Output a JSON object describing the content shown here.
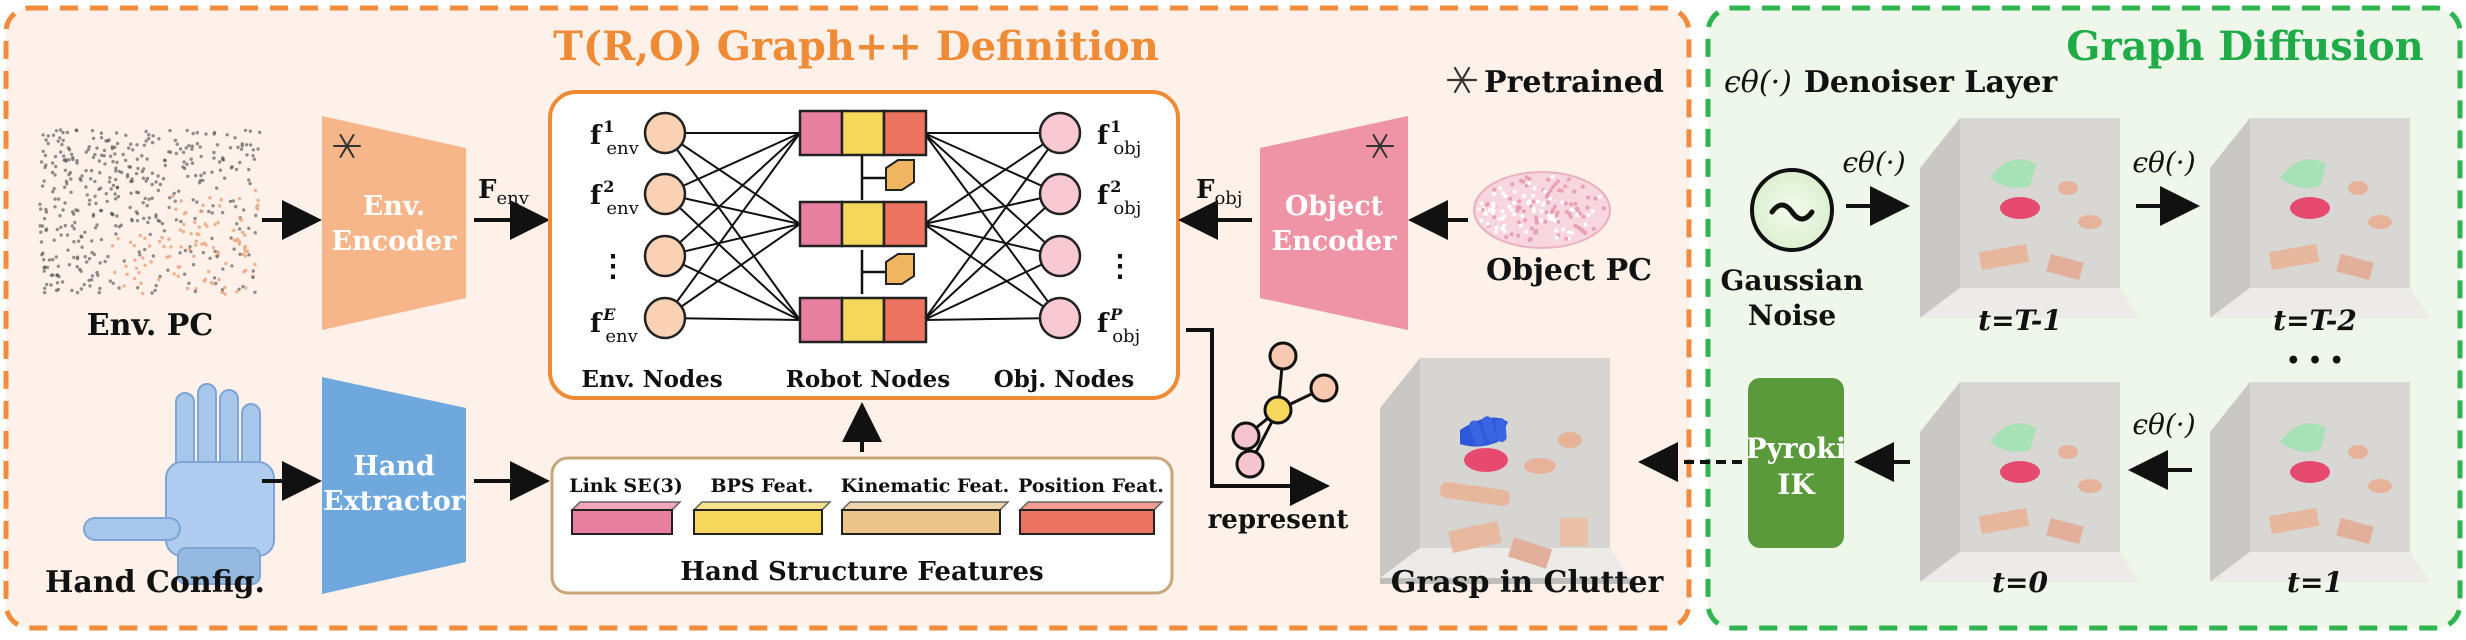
{
  "left_panel": {
    "title": "T(R,O) Graph++ Definition",
    "pretrained_label": "Pretrained",
    "env_pc_label": "Env. PC",
    "env_encoder": [
      "Env.",
      "Encoder"
    ],
    "f_env_arrow": "F",
    "f_env_sub": "env",
    "object_pc_label": "Object PC",
    "object_encoder": [
      "Object",
      "Encoder"
    ],
    "f_obj_arrow": "F",
    "f_obj_sub": "obj",
    "hand_config_label": "Hand Config.",
    "hand_extractor": [
      "Hand",
      "Extractor"
    ],
    "graph": {
      "env_nodes_label": "Env. Nodes",
      "robot_nodes_label": "Robot Nodes",
      "obj_nodes_label": "Obj. Nodes",
      "env_node_labels": [
        {
          "base": "f",
          "sup": "1",
          "sub": "env"
        },
        {
          "base": "f",
          "sup": "2",
          "sub": "env"
        },
        {
          "base": "⋮",
          "sup": "",
          "sub": ""
        },
        {
          "base": "f",
          "sup": "E",
          "sub": "env"
        }
      ],
      "obj_node_labels": [
        {
          "base": "f",
          "sup": "1",
          "sub": "obj"
        },
        {
          "base": "f",
          "sup": "2",
          "sub": "obj"
        },
        {
          "base": "⋮",
          "sup": "",
          "sub": ""
        },
        {
          "base": "f",
          "sup": "P",
          "sub": "obj"
        }
      ]
    },
    "hand_features": {
      "title": "Hand Structure Features",
      "items": [
        {
          "label": "Link SE(3)",
          "color": "#e97fa0"
        },
        {
          "label": "BPS Feat.",
          "color": "#f5d75c"
        },
        {
          "label": "Kinematic Feat.",
          "color": "#ebc489"
        },
        {
          "label": "Position Feat.",
          "color": "#ec7360"
        }
      ]
    },
    "represent_label": "represent",
    "grasp_label": "Grasp in Clutter"
  },
  "right_panel": {
    "title": "Graph Diffusion",
    "denoiser_label": "Denoiser Layer",
    "denoiser_symbol": "ϵθ(·)",
    "gaussian_noise": [
      "Gaussian",
      "Noise"
    ],
    "step_labels": [
      "t=T-1",
      "t=T-2",
      "t=0",
      "t=1"
    ],
    "ellipsis": "• • •",
    "ik_block": [
      "Pyroki",
      "IK"
    ]
  },
  "colors": {
    "left_border": "#f08c3c",
    "right_border": "#2eb54f",
    "left_title": "#ef8a35",
    "right_title": "#1fab47",
    "env_encoder": "#f7b58a",
    "object_encoder": "#ef94a6",
    "hand_extractor": "#6fa8dc",
    "ik_block": "#5b9a3a",
    "env_node": "#f8d2b3",
    "obj_node": "#f8c9d2"
  }
}
